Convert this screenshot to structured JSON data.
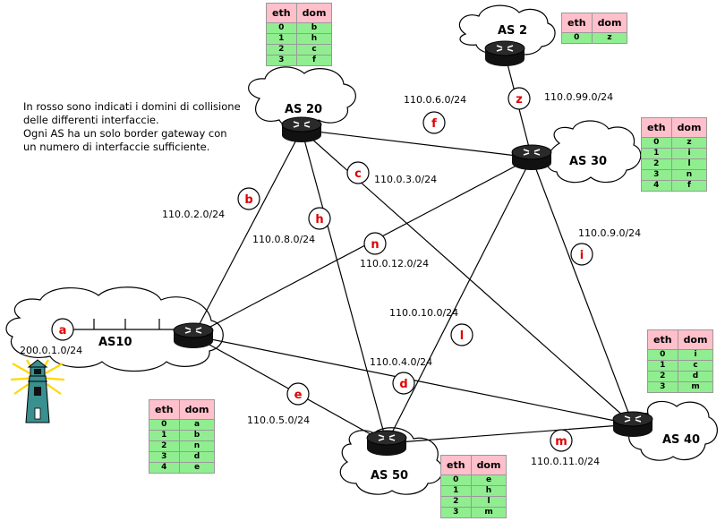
{
  "note_lines": [
    "In rosso sono indicati i domini di collisione",
    "delle differenti interfaccie.",
    "Ogni AS ha un solo border gateway con",
    "un numero di interfaccie sufficiente."
  ],
  "as_labels": {
    "as2": "AS 2",
    "as20": "AS 20",
    "as30": "AS 30",
    "as10": "AS10",
    "as40": "AS 40",
    "as50": "AS 50"
  },
  "subnets": {
    "z": "110.0.99.0/24",
    "f": "110.0.6.0/24",
    "c": "110.0.3.0/24",
    "b": "110.0.2.0/24",
    "h": "110.0.8.0/24",
    "n": "110.0.12.0/24",
    "i": "110.0.9.0/24",
    "l": "110.0.10.0/24",
    "d": "110.0.4.0/24",
    "e": "110.0.5.0/24",
    "m": "110.0.11.0/24",
    "a": "200.0.1.0/24"
  },
  "domains": {
    "a": "a",
    "b": "b",
    "c": "c",
    "d": "d",
    "e": "e",
    "f": "f",
    "h": "h",
    "i": "i",
    "l": "l",
    "m": "m",
    "n": "n",
    "z": "z"
  },
  "tables": {
    "as20": {
      "h1": "eth",
      "h2": "dom",
      "rows": [
        [
          "0",
          "b"
        ],
        [
          "1",
          "h"
        ],
        [
          "2",
          "c"
        ],
        [
          "3",
          "f"
        ]
      ]
    },
    "as2": {
      "h1": "eth",
      "h2": "dom",
      "rows": [
        [
          "0",
          "z"
        ]
      ]
    },
    "as30": {
      "h1": "eth",
      "h2": "dom",
      "rows": [
        [
          "0",
          "z"
        ],
        [
          "1",
          "i"
        ],
        [
          "2",
          "l"
        ],
        [
          "3",
          "n"
        ],
        [
          "4",
          "f"
        ]
      ]
    },
    "as40": {
      "h1": "eth",
      "h2": "dom",
      "rows": [
        [
          "0",
          "i"
        ],
        [
          "1",
          "c"
        ],
        [
          "2",
          "d"
        ],
        [
          "3",
          "m"
        ]
      ]
    },
    "as10": {
      "h1": "eth",
      "h2": "dom",
      "rows": [
        [
          "0",
          "a"
        ],
        [
          "1",
          "b"
        ],
        [
          "2",
          "n"
        ],
        [
          "3",
          "d"
        ],
        [
          "4",
          "e"
        ]
      ]
    },
    "as50": {
      "h1": "eth",
      "h2": "dom",
      "rows": [
        [
          "0",
          "e"
        ],
        [
          "1",
          "h"
        ],
        [
          "2",
          "l"
        ],
        [
          "3",
          "m"
        ]
      ]
    }
  },
  "colors": {
    "domain_text": "#e00000",
    "table_header": "#ffc0cb",
    "table_body": "#90ee90",
    "lighthouse": "#3a8f8f",
    "router": "#111111"
  }
}
